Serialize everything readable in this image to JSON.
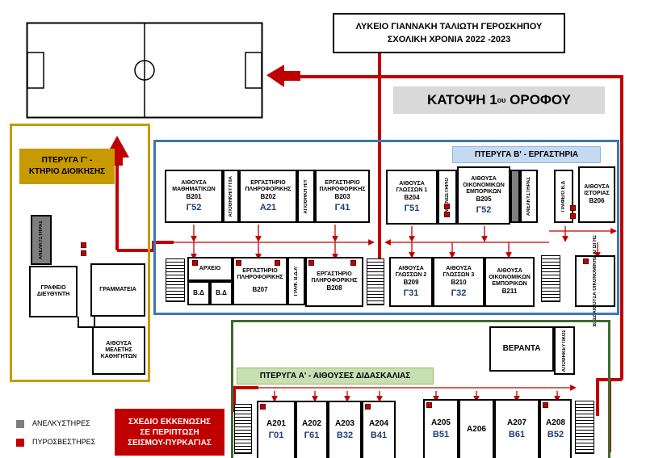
{
  "header": {
    "school_line1": "ΛΥΚΕΙΟ ΓΙΑΝΝΑΚΗ ΤΑΛΙΩΤΗ ΓΕΡΟΣΚΗΠΟΥ",
    "school_line2": "ΣΧΟΛΙΚΗ ΧΡΟΝΙΑ 2022 -2023",
    "floor_title": "ΚΑΤΟΨΗ 1",
    "floor_sup": "ου",
    "floor_suffix": " ΟΡΟΦΟΥ"
  },
  "wings": {
    "gamma_line1": "ΠΤΕΡΥΓΑ Γ' -",
    "gamma_line2": "ΚΤΗΡΙΟ ΔΙΟΙΚΗΣΗΣ",
    "beta": "ΠΤΕΡΥΓΑ Β' - ΕΡΓΑΣΤΗΡΙΑ",
    "alpha": "ΠΤΕΡΥΓΑ Α' - ΑΙΘΟΥΣΕΣ ΔΙΔΑΣΚΑΛΙΑΣ"
  },
  "rooms_admin": {
    "elevator": "ΑΝΕΛΚΥΣΤΗΡΑΣ",
    "director": "ΓΡΑΦΕΙΟ ΔΙΕΥΘΥΝΤΗ",
    "secretariat": "ΓΡΑΜΜΑΤΕΙΑ",
    "teachers": "ΑΙΘΟΥΣΑ ΜΕΛΕΤΗΣ ΚΑΘΗΓΗΤΩΝ"
  },
  "rooms_beta_top": {
    "b201_name": "ΑΙΘΟΥΣΑ ΜΑΘΗΜΑΤΙΚΩΝ",
    "b201_code": "Β201",
    "b201_sec": "Γ52",
    "storage1": "ΑΠΟΘΗΚΗ/ΤΥΠΙΑ",
    "b202_name": "ΕΡΓΑΣΤΗΡΙΟ ΠΛΗΡΟΦΟΡΙΚΗΣ",
    "b202_code": "Β202",
    "b202_sec": "Α21",
    "storage2": "ΑΠΟΘΗΚΗ Η/Υ",
    "b203_name": "ΕΡΓΑΣΤΗΡΙΟ ΠΛΗΡΟΦΟΡΙΚΗΣ",
    "b203_code": "Β203",
    "b203_sec": "Γ41",
    "b204_name": "ΑΙΘΟΥΣΑ ΓΛΩΣΣΩΝ 1",
    "b204_code": "Β204",
    "b204_sec": "Γ51",
    "reading": "ΑΝΑΓΝΩΣΤΗΡΙΟ",
    "b205_name": "ΑΙΘΟΥΣΑ ΟΙΚΟΝΟΜΙΚΩΝ ΕΜΠΟΡΙΚΩΝ",
    "b205_code": "Β205",
    "b205_sec": "Γ52",
    "elevator": "ΑΝΕΛΚΥΣΤΗΡΑΣ",
    "office_bd": "ΓΡΑΦΕΙΟ Β.Δ",
    "b206_name": "ΑΙΘΟΥΣΑ ΙΣΤΟΡΙΑΣ",
    "b206_code": "Β206"
  },
  "rooms_beta_bottom": {
    "archive": "ΑΡΧΕΙΟ",
    "bd1": "Β.Δ",
    "bd2": "Β.Δ",
    "b207_name": "ΕΡΓΑΣΤΗΡΙΟ ΠΛΗΡΟΦΟΡΙΚΗΣ",
    "b207_code": "Β207",
    "graf_bda": "ΓΡΑΦ. Β.Δ.Α'",
    "b208_name": "ΕΡΓΑΣΤΗΡΙΟ ΠΛΗΡΟΦΟΡΙΚΗΣ",
    "b208_code": "Β208",
    "b209_name": "ΑΙΘΟΥΣΑ ΓΛΩΣΣΩΝ 2",
    "b209_code": "Β209",
    "b209_sec": "Γ31",
    "b210_name": "ΑΙΘΟΥΣΑ ΓΛΩΣΣΩΝ 3",
    "b210_code": "Β210",
    "b210_sec": "Γ32",
    "b211_name": "ΑΙΘΟΥΣΑ ΟΙΚΟΝΟΜΙΚΩΝ ΕΜΠΟΡΙΚΩΝ",
    "b211_code": "Β211",
    "b212": "Β212 ΑΙΘΟΥΣΑ ΟΙΚΟΝΟΜΙΚΗΣ ΑΓΩΓΗΣ"
  },
  "rooms_alpha": {
    "veranda": "ΒΕΡΑΝΤΑ",
    "storage": "ΑΠΟΘΗΚΕΥΤΙΚΟΣ",
    "a201": "Α201",
    "a201_sec": "Γ01",
    "a202": "Α202",
    "a202_sec": "Γ61",
    "a203": "Α203",
    "a203_sec": "Β32",
    "a204": "Α204",
    "a204_sec": "Β41",
    "a205": "Α205",
    "a205_sec": "Β51",
    "a206": "Α206",
    "a207": "Α207",
    "a207_sec": "Β61",
    "a208": "Α208",
    "a208_sec": "Β52"
  },
  "legend": {
    "elevators": "ΑΝΕΛΚΥΣΤΗΡΕΣ",
    "extinguishers": "ΠΥΡΟΣΒΕΣΤΗΡΕΣ",
    "plan_line1": "ΣΧΕΔΙΟ ΕΚΚΕΝΩΣΗΣ",
    "plan_line2": "ΣΕ ΠΕΡΙΠΤΩΣΗ",
    "plan_line3": "ΣΕΙΣΜΟΥ-ΠΥΡΚΑΓΙΑΣ"
  },
  "colors": {
    "route_red": "#c00000",
    "wing_gamma": "#c79a00",
    "wing_beta": "#3a78b5",
    "wing_alpha": "#3f6b2a",
    "beta_label_bg": "#c5d9f1",
    "alpha_label_bg": "#c6e0b4",
    "gamma_label_bg": "#c79a00",
    "elevator_gray": "#7f7f7f"
  }
}
